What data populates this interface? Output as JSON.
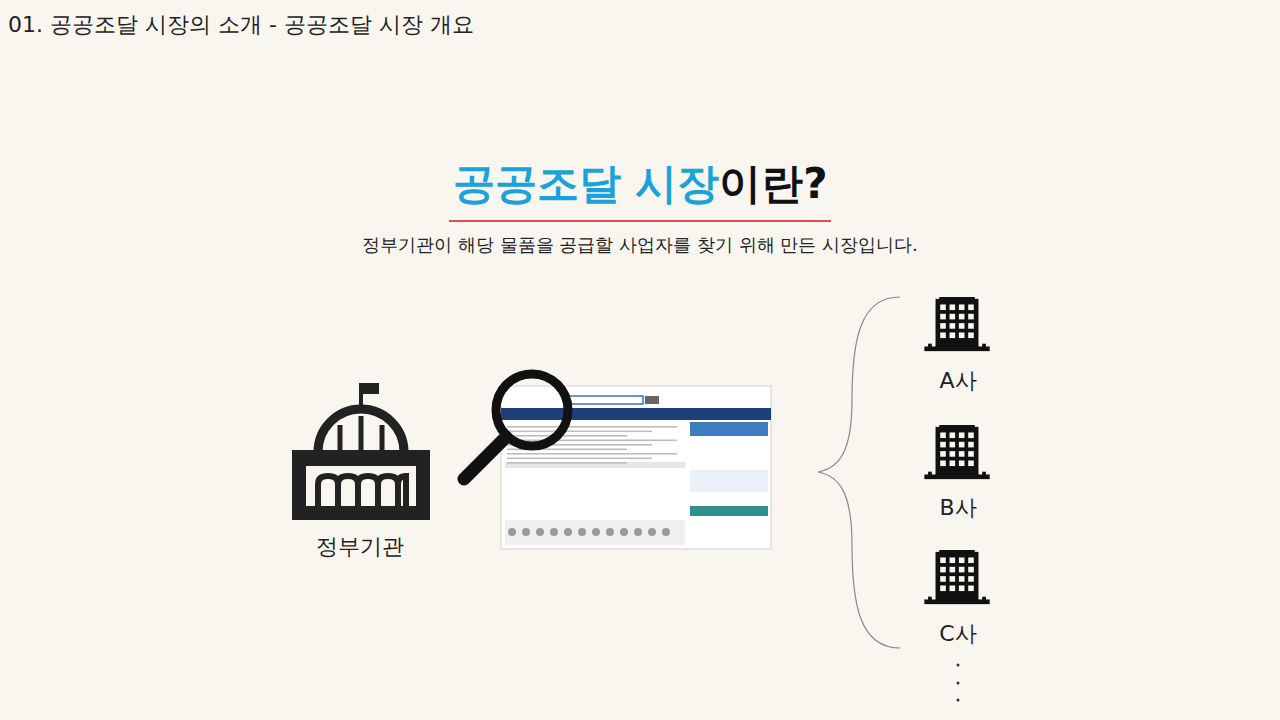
{
  "diagram": {
    "nodes": [
      {
        "text": [
          "정부기관"
        ]
      },
      {
        "text": [
          "A사"
        ]
      },
      {
        "text": [
          "B사"
        ]
      },
      {
        "text": [
          "C사"
        ]
      }
    ],
    "labels": [
      "01. 공공조달 시장의 소개 - 공공조달 시장 개요",
      "공공조달 시장",
      "이란?",
      "정부기관이 해당 물품을 공급할 사업자를 찾기 위해 만든 시장입니다."
    ]
  }
}
